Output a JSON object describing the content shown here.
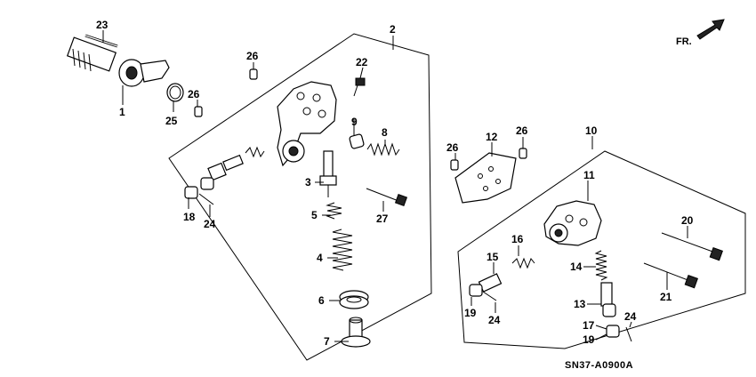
{
  "direction_label": "FR.",
  "drawing_code": "SN37-A0900A",
  "callouts": {
    "c1": "1",
    "c2": "2",
    "c3": "3",
    "c4": "4",
    "c5": "5",
    "c6": "6",
    "c7": "7",
    "c8": "8",
    "c9": "9",
    "c10": "10",
    "c11": "11",
    "c12": "12",
    "c13": "13",
    "c14": "14",
    "c15": "15",
    "c16": "16",
    "c17": "17",
    "c18": "18",
    "c19a": "19",
    "c19b": "19",
    "c20": "20",
    "c21": "21",
    "c22": "22",
    "c23": "23",
    "c24a": "24",
    "c24b": "24",
    "c24c": "24",
    "c25": "25",
    "c26a": "26",
    "c26b": "26",
    "c26c": "26",
    "c26d": "26",
    "c27": "27"
  }
}
